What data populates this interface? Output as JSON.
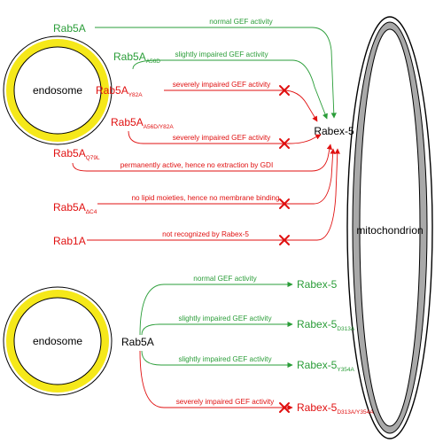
{
  "colors": {
    "normal": "#2a9d38",
    "impaired": "#e01010",
    "endosome_ring": "#f5e81a",
    "mitochondrion_fill": "#a9a9a9"
  },
  "top": {
    "endosome_label": "endosome",
    "target_label": "Rabex-5",
    "mitochondrion_label": "mitochondrion",
    "variants": [
      {
        "base": "Rab5A",
        "sub": "",
        "arrow": "normal GEF activity",
        "status": "normal"
      },
      {
        "base": "Rab5A",
        "sub": "A56D",
        "arrow": "slightly impaired GEF activity",
        "status": "normal"
      },
      {
        "base": "Rab5A",
        "sub": "Y82A",
        "arrow": "severely impaired GEF activity",
        "status": "blocked"
      },
      {
        "base": "Rab5A",
        "sub": "A56D/Y82A",
        "arrow": "severely impaired GEF activity",
        "status": "blocked"
      },
      {
        "base": "Rab5A",
        "sub": "Q79L",
        "arrow": "permanently active, hence no extraction by GDI",
        "status": "impaired"
      },
      {
        "base": "Rab5A",
        "sub": "ΔC4",
        "arrow": "no lipid moieties, hence no membrane binding",
        "status": "blocked"
      },
      {
        "base": "Rab1A",
        "sub": "",
        "arrow": "not recognized by Rabex-5",
        "status": "blocked"
      }
    ]
  },
  "bottom": {
    "endosome_label": "endosome",
    "source_label": "Rab5A",
    "targets": [
      {
        "base": "Rabex-5",
        "sub": "",
        "arrow": "normal GEF activity",
        "status": "normal"
      },
      {
        "base": "Rabex-5",
        "sub": "D313A",
        "arrow": "slightly impaired GEF activity",
        "status": "normal"
      },
      {
        "base": "Rabex-5",
        "sub": "Y354A",
        "arrow": "slightly impaired GEF activity",
        "status": "normal"
      },
      {
        "base": "Rabex-5",
        "sub": "D313A/Y354A",
        "arrow": "severely impaired GEF activity",
        "status": "blocked"
      }
    ]
  }
}
